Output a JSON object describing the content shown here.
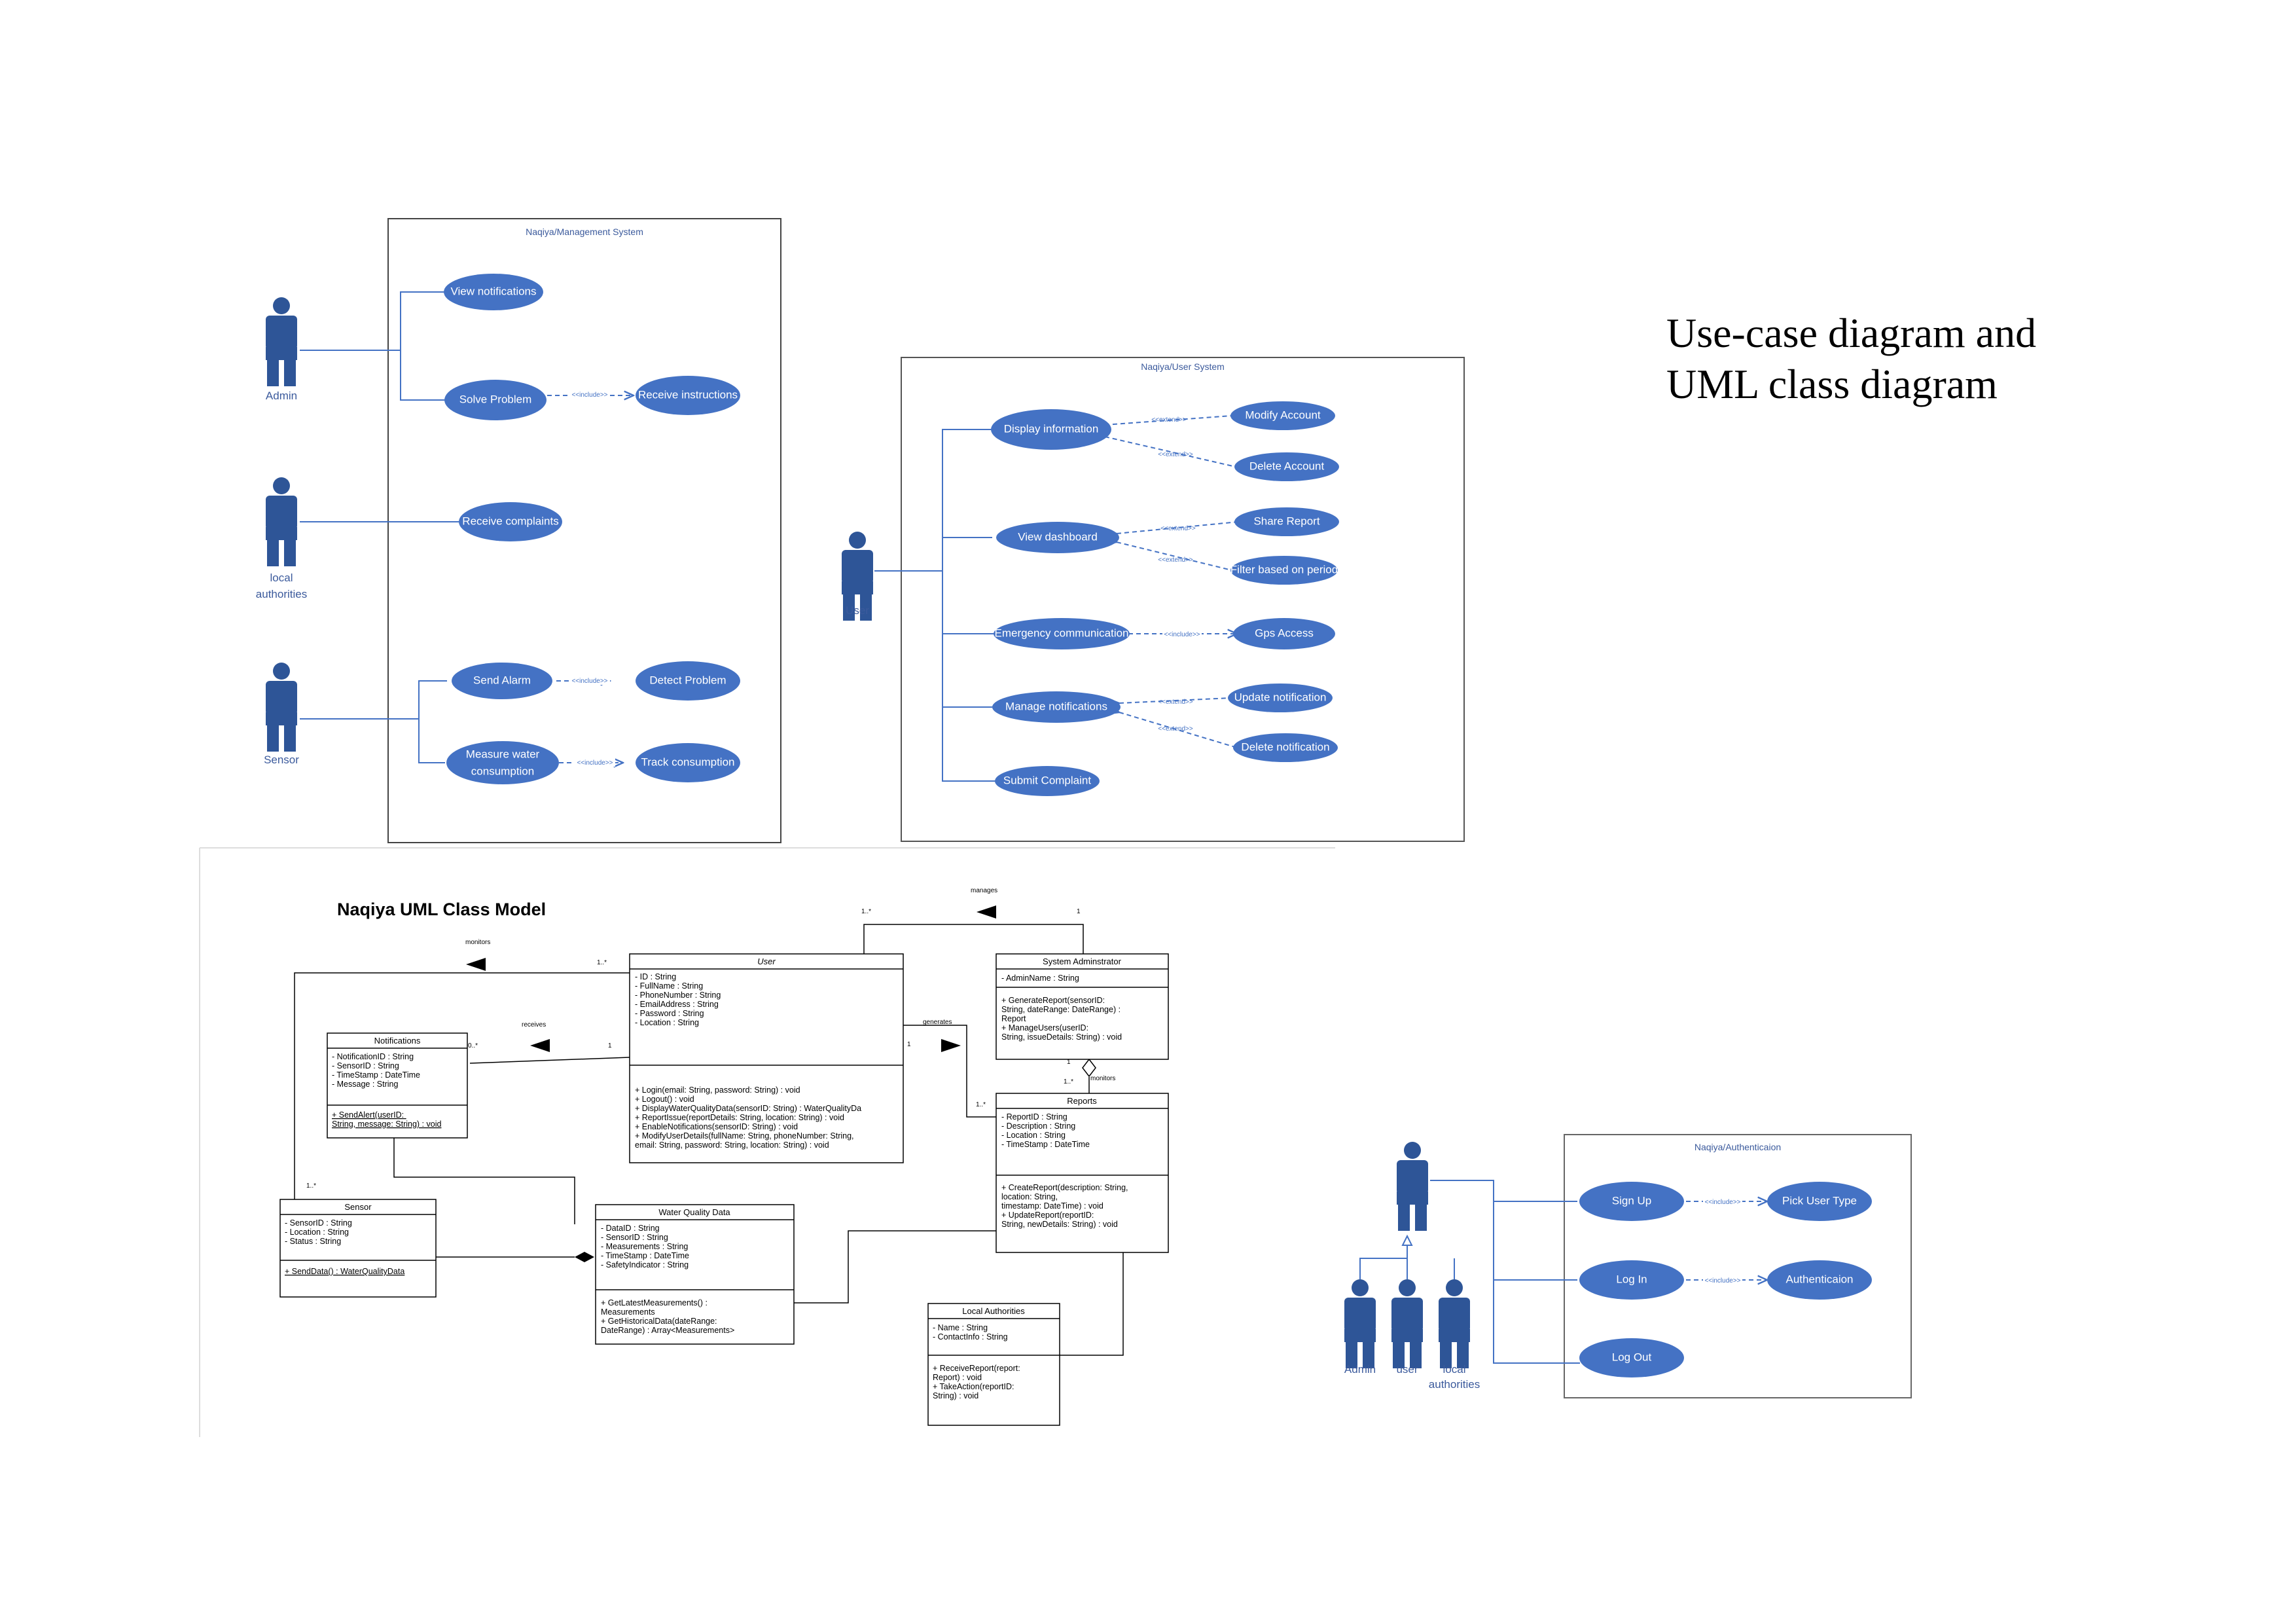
{
  "heading": {
    "line1": "Use-case diagram and",
    "line2": "UML class diagram"
  },
  "colors": {
    "usecase_fill": "#4472c4",
    "line": "#4472c4",
    "actor": "#2e5597",
    "text_blue": "#3b5a9c",
    "black": "#000000"
  },
  "management": {
    "title": "Naqiya/Management System",
    "actors": {
      "admin": "Admin",
      "local_line1": "local",
      "local_line2": "authorities",
      "sensor": "Sensor"
    },
    "usecases": {
      "view_notifications": "View notifications",
      "solve_problem": "Solve Problem",
      "receive_instructions": "Receive instructions",
      "receive_complaints": "Receive complaints",
      "send_alarm": "Send Alarm",
      "detect_problem": "Detect Problem",
      "measure_line1": "Measure water",
      "measure_line2": "consumption",
      "track_consumption": "Track consumption"
    },
    "relations": {
      "include1": "<<include>>",
      "include2": "<<include>>",
      "include3": "<<include>>"
    }
  },
  "user_system": {
    "title": "Naqiya/User System",
    "actor": "User",
    "usecases": {
      "display_information": "Display information",
      "modify_account": "Modify Account",
      "delete_account": "Delete Account",
      "view_dashboard": "View dashboard",
      "share_report": "Share Report",
      "filter_period": "Filter based on period",
      "emergency": "Emergency communication",
      "gps_access": "Gps Access",
      "manage_notifications": "Manage notifications",
      "update_notification": "Update notification",
      "delete_notification": "Delete notification",
      "submit_complaint": "Submit Complaint"
    },
    "relations": {
      "e1": "<<extend>>",
      "e2": "<<extend>>",
      "e3": "<<extend>>",
      "e4": "<<extend>>",
      "i1": "<<include>>",
      "e5": "<<extend>>",
      "e6": "<<extend>>"
    }
  },
  "auth": {
    "title": "Naqiya/Authenticaion",
    "actors": {
      "admin": "Admin",
      "user": "user",
      "local_line1": "local",
      "local_line2": "authorities"
    },
    "usecases": {
      "sign_up": "Sign Up",
      "pick_user_type": "Pick User Type",
      "log_in": "Log In",
      "authenticaion": "Authenticaion",
      "log_out": "Log Out"
    },
    "relations": {
      "i1": "<<include>>",
      "i2": "<<include>>"
    }
  },
  "class_model": {
    "title": "Naqiya UML Class Model",
    "associations": {
      "manages": "manages",
      "manages_left": "1..*",
      "manages_right": "1",
      "monitors_top": "monitors",
      "monitors_top_mult": "1..*",
      "receives": "receives",
      "receives_left": "0..*",
      "receives_right": "1",
      "generates": "generates",
      "generates_left": "1",
      "generates_right": "1..*",
      "monitors_agg": "monitors",
      "agg_top": "1",
      "agg_bottom": "1..*",
      "sensor_mult": "1..*"
    },
    "classes": {
      "user": {
        "name": "User",
        "attributes": [
          "- ID : String",
          "- FullName : String",
          "- PhoneNumber : String",
          "- EmailAddress : String",
          "- Password : String",
          "- Location : String"
        ],
        "methods": [
          "+ Login(email: String, password: String) : void",
          "+ Logout() : void",
          "+ DisplayWaterQualityData(sensorID: String) : WaterQualityDa",
          "+ ReportIssue(reportDetails: String, location: String) : void",
          "+ EnableNotifications(sensorID: String) : void",
          "+ ModifyUserDetails(fullName: String, phoneNumber: String,",
          "email: String, password: String, location: String) : void"
        ]
      },
      "admin": {
        "name": "System Adminstrator",
        "attributes": [
          "- AdminName : String"
        ],
        "methods": [
          "+ GenerateReport(sensorID:",
          "String, dateRange: DateRange) :",
          " Report",
          "+ ManageUsers(userID:",
          "String, issueDetails: String) : void"
        ]
      },
      "notifications": {
        "name": "Notifications",
        "attributes": [
          "- NotificationID : String",
          "- SensorID : String",
          "- TimeStamp : DateTime",
          "- Message : String"
        ],
        "methods": [
          "+ SendAlert(userID:",
          "String, message: String) : void"
        ]
      },
      "reports": {
        "name": "Reports",
        "attributes": [
          "- ReportID : String",
          "- Description : String",
          "- Location : String",
          "- TimeStamp : DateTime"
        ],
        "methods": [
          "+ CreateReport(description: String,",
          "location: String,",
          "timestamp: DateTime) : void",
          "+ UpdateReport(reportID:",
          "String, newDetails: String) : void"
        ]
      },
      "sensor": {
        "name": "Sensor",
        "attributes": [
          "- SensorID : String",
          "- Location : String",
          "- Status : String"
        ],
        "methods": [
          "+ SendData() : WaterQualityData"
        ]
      },
      "water": {
        "name": "Water Quality Data",
        "attributes": [
          "- DataID : String",
          "- SensorID : String",
          "- Measurements : String",
          "- TimeStamp : DateTime",
          "- SafetyIndicator : String"
        ],
        "methods": [
          "+ GetLatestMeasurements() :",
          "Measurements",
          "+ GetHistoricalData(dateRange:",
          "DateRange) : Array<Measurements>"
        ]
      },
      "local": {
        "name": "Local Authorities",
        "attributes": [
          "- Name : String",
          "- ContactInfo : String"
        ],
        "methods": [
          "+ ReceiveReport(report:",
          "Report) : void",
          "+ TakeAction(reportID:",
          "String) : void"
        ]
      }
    }
  }
}
